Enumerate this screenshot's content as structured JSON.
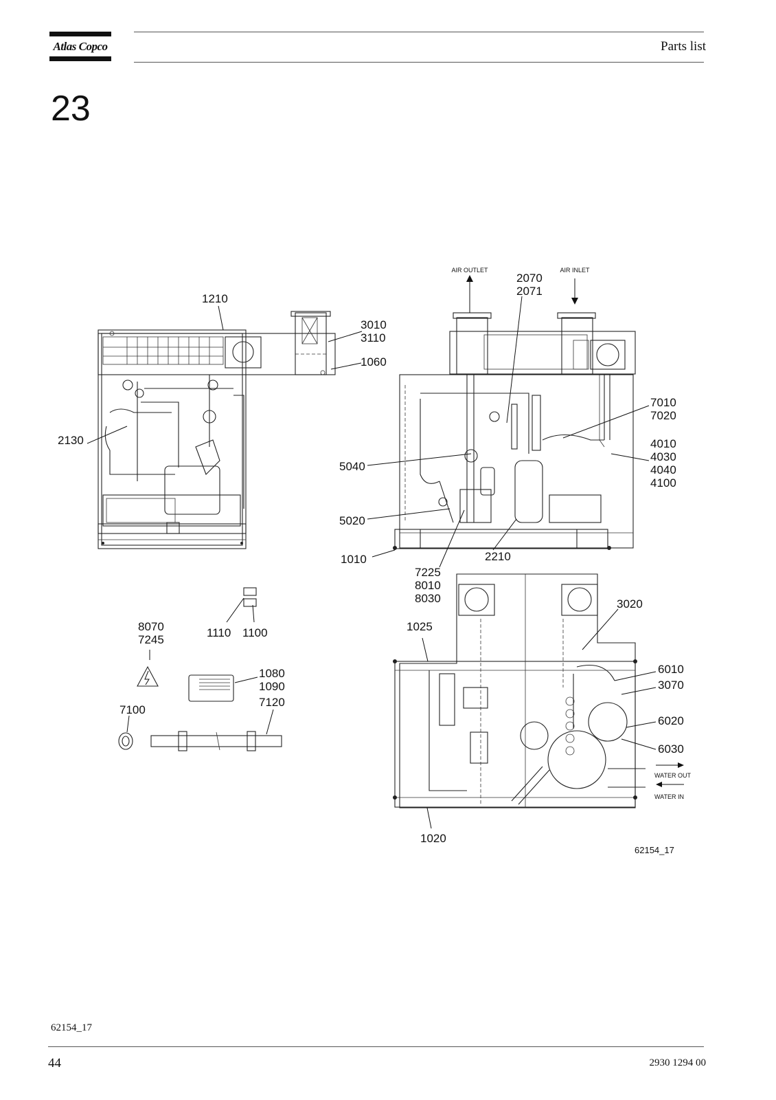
{
  "header": {
    "brand": "Atlas Copco",
    "title": "Parts list"
  },
  "section_number": "23",
  "figure": {
    "reference": "62154_17",
    "flow_labels": {
      "air_outlet": "AIR OUTLET",
      "air_inlet": "AIR INLET",
      "water_out": "WATER OUT",
      "water_in": "WATER IN"
    },
    "callouts": {
      "c1210": "1210",
      "c3010": "3010",
      "c3110": "3110",
      "c1060": "1060",
      "c2130": "2130",
      "c2070": "2070",
      "c2071": "2071",
      "c7010": "7010",
      "c7020": "7020",
      "c4010": "4010",
      "c4030": "4030",
      "c4040": "4040",
      "c4100": "4100",
      "c5040": "5040",
      "c5020": "5020",
      "c1010": "1010",
      "c2210": "2210",
      "c7225": "7225",
      "c8010": "8010",
      "c8030": "8030",
      "c1110": "1110",
      "c1100": "1100",
      "c8070": "8070",
      "c7245": "7245",
      "c1080": "1080",
      "c1090": "1090",
      "c7100": "7100",
      "c7120": "7120",
      "c1025": "1025",
      "c3020": "3020",
      "c6010": "6010",
      "c3070": "3070",
      "c6020": "6020",
      "c6030": "6030",
      "c1020": "1020"
    }
  },
  "footer": {
    "figure_ref": "62154_17",
    "page": "44",
    "doc_number": "2930 1294 00"
  }
}
